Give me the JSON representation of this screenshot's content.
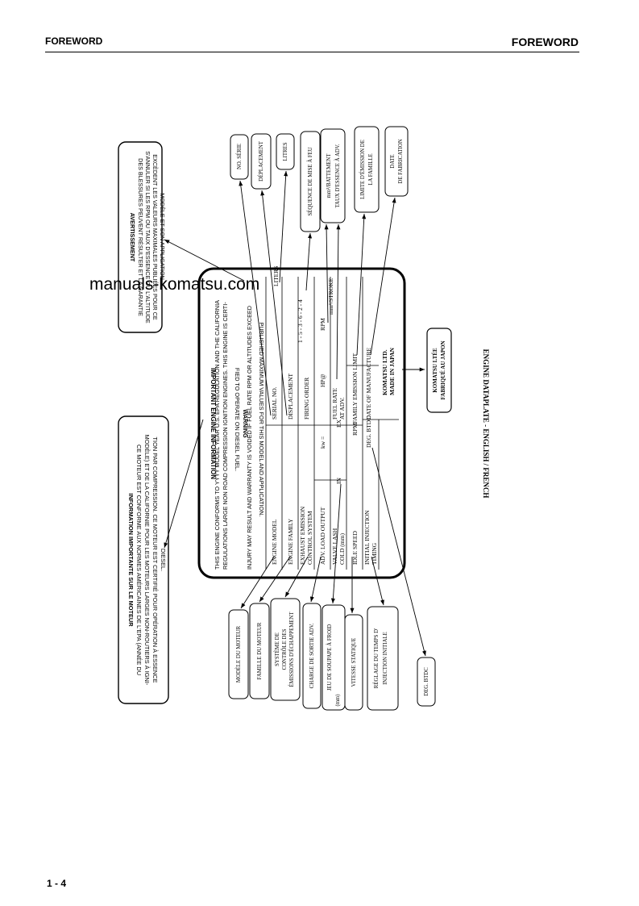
{
  "header": {
    "left": "FOREWORD",
    "right": "FOREWORD"
  },
  "page_number": "1 - 4",
  "watermark": "manuals-komatsu.com",
  "caption": "ENGINE DATAPLATE - ENGLISH / FRENCH",
  "plate": {
    "title": "IMPORTANT ENGINE INFORMATION",
    "conform_1": "THIS ENGINE CONFORMS TO YYYY MODEL YEAR U.S. EPA REGULATION AND THE CALIFORNIA",
    "conform_2": "REGULATIONS LARGE NON ROAD COMPRESSION IGNITION ENGINES. THIS ENGINE IS CERTI-",
    "conform_3": "FIED TO OPERATE ON DIESEL FUEL.",
    "warning_title": "WARNING",
    "warning_1": "INJURY MAY RESULT AND WARRANTY IS VOIDED IF FUEL RATE RPM OR ALTITUDES EXCEED",
    "warning_2": "PUBLISHED MAXIMUM VALUES FOR THIS MODEL AND APPLICATION.",
    "engine_model": "ENGINE MODEL",
    "serial_no": "SERIAL NO.",
    "engine_family": "ENGINE FAMILY",
    "displacement": "DISPLACEMENT",
    "liters": "LITERS",
    "exhaust_1": "EXHAUST EMISSION",
    "exhaust_2": "CONTROL SYSTEM",
    "firing_order": "FIRING ORDER",
    "firing_seq": "1 - 5 - 3 - 6 - 2 - 4",
    "adv_load": "ADV. LOAD OUTPUT",
    "kw": "kw =",
    "hp": "HP@",
    "rpm": "RPM",
    "valve_1": "VALVE LASH",
    "valve_2": "COLD (mm)",
    "in": "IN",
    "ex": "EX",
    "fuel_rate_1": "FUEL RATE",
    "fuel_rate_2": "AT ADV.",
    "stroke": "mm³/STROKE",
    "idle_speed": "IDLE SPEED",
    "rpm2": "RPM",
    "family_limit": "FAMILY EMISSION LIMIT",
    "init_inj_1": "INITIAL INJECTION",
    "init_inj_2": "TIMING",
    "deg_btdc": "DEG. BTDC",
    "date_manuf": "DATE OF MANUFACTURE",
    "komatsu_1": "KOMATSU LTD.",
    "komatsu_2": "MADE IN JAPAN"
  },
  "avert": {
    "title": "AVERTISSEMENT",
    "l1": "DES BLESSURES PEUVENT RÉSULTER ET LA GARANTIE",
    "l2": "S'ANNULER SI LES RPM OU TAUX D'ESSENCE OU L'ALTITUDE",
    "l3": "EXCÈDENT LES VALEURS MAXIMALES PUBLIÉES POUR CE",
    "l4": "MODÈLE ET SON APPLICATION."
  },
  "info_fr": {
    "title": "INFORMATION IMPORTANTE SUR LE MOTEUR",
    "l1": "CE MOTEUR EST CONFORME AUX NORMES AMÉRICAINES DE L'EPA (ANNÉE DU",
    "l2": "MODÈLE) ET DE LA CALIFORNIE POUR LES MOTEURS LARGES NON-ROUTIERS À IGNI-",
    "l3": "TION PAR COMPRESSION. CE MOTEUR EST CERTIFIÉ POUR OPÉRATION À ESSENCE",
    "l4": "DIESEL."
  },
  "komatsu_fr": {
    "l1": "KOMATSU LTÉE",
    "l2": "FABRIQUÉ AU JAPON"
  },
  "top_labels": {
    "no_serie": "NO. SÉRIE",
    "deplacement": "DÉPLACEMENT",
    "litres": "LITRES",
    "sequence": "SÉQUENCE DE MISE À FEU",
    "stroke_fr": "mm³/BATTEMENT",
    "taux": "TAUX D'ESSENCE À ADV.",
    "limite_1": "LIMITE D'ÉMISSION DE",
    "limite_2": "LA FAMILLE",
    "date_1": "DATE",
    "date_2": "DE FABRICATION"
  },
  "bottom_labels": {
    "modele": "MODÈLE DU MOTEUR",
    "famille": "FAMILLE DU MOTEUR",
    "systeme_1": "SYSTÈME DE",
    "systeme_2": "CONTRÔLE DES",
    "systeme_3": "ÉMISSIONS D'ÉCHAPPEMENT",
    "charge": "CHARGE DE SORTIE ADV.",
    "jeu_1": "JEU DE SOUPAPE À FROID",
    "jeu_2": "(mm)",
    "vitesse": "VITESSE STATIQUE",
    "reglage_1": "RÉGLAGE DU TEMPS D'",
    "reglage_2": "INJECTION INITIALE",
    "dec": "DEG. BTDC"
  }
}
